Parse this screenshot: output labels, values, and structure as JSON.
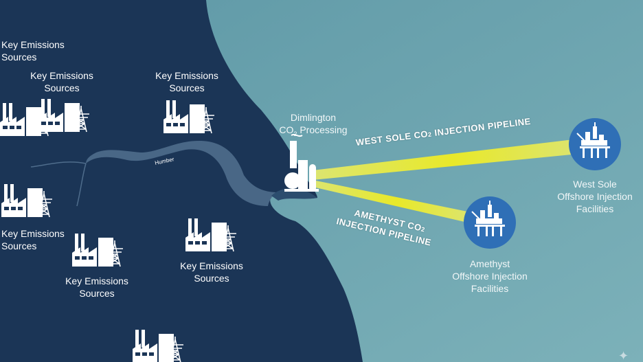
{
  "colors": {
    "land": "#1b3556",
    "sea": "#6aa3ae",
    "pipeline": "#f2ee2a",
    "platform_circle": "#2f6fb6",
    "river": "#4e6c8a"
  },
  "emission_label_line1": "Key Emissions",
  "emission_label_line2": "Sources",
  "river_label": "Humber",
  "processing": {
    "line1": "Dimlington",
    "line2_prefix": "CO",
    "line2_sub": "2",
    "line2_suffix": " Processing"
  },
  "pipelines": [
    {
      "line1_prefix": "WEST SOLE CO",
      "line1_sub": "2",
      "line1_suffix": " INJECTION PIPELINE"
    },
    {
      "line1_prefix": "AMETHYST CO",
      "line1_sub": "2",
      "line2": "INJECTION PIPELINE"
    }
  ],
  "facilities": [
    {
      "line1": "West Sole",
      "line2": "Offshore Injection",
      "line3": "Facilities"
    },
    {
      "line1": "Amethyst",
      "line2": "Offshore Injection",
      "line3": "Facilities"
    }
  ],
  "icons": [
    "factory-icon",
    "pylon-icon",
    "refinery-icon",
    "oil-platform-icon"
  ]
}
